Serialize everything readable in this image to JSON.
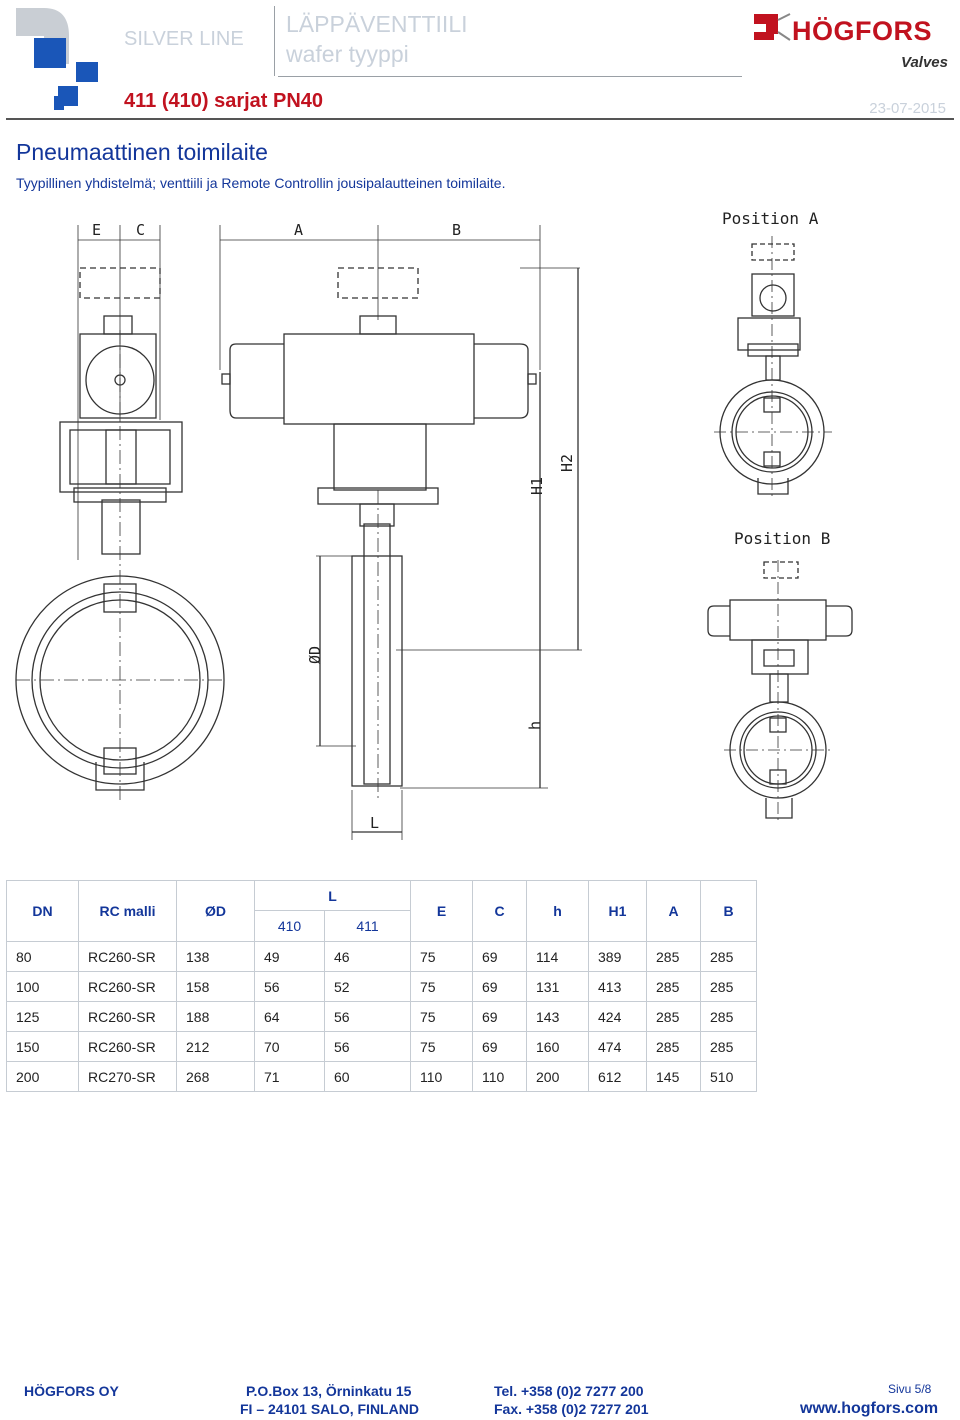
{
  "header": {
    "line_name": "SILVER LINE",
    "product_title": "LÄPPÄVENTTIILI",
    "product_subtitle": "wafer tyyppi",
    "series": "411 (410) sarjat PN40",
    "date": "23-07-2015",
    "brand": "HÖGFORS",
    "brand_tagline": "Valves",
    "colors": {
      "brand_blue": "#13369a",
      "brand_red": "#c1121f",
      "header_grey": "#c9d1db"
    }
  },
  "section": {
    "title": "Pneumaattinen toimilaite",
    "description": "Tyypillinen yhdistelmä; venttiili ja Remote Controllin jousipalautteinen toimilaite."
  },
  "drawing": {
    "labels": {
      "e": "E",
      "c": "C",
      "a": "A",
      "b": "B",
      "h1": "H1",
      "h2": "H2",
      "h": "h",
      "od": "ØD",
      "l": "L",
      "position_a": "Position A",
      "position_b": "Position B"
    }
  },
  "table": {
    "headers": {
      "dn": "DN",
      "model": "RC malli",
      "od": "ØD",
      "l": "L",
      "l410": "410",
      "l411": "411",
      "e": "E",
      "c": "C",
      "h": "h",
      "h1": "H1",
      "a": "A",
      "b": "B"
    },
    "rows": [
      [
        "80",
        "RC260-SR",
        "138",
        "49",
        "46",
        "75",
        "69",
        "114",
        "389",
        "285",
        "285"
      ],
      [
        "100",
        "RC260-SR",
        "158",
        "56",
        "52",
        "75",
        "69",
        "131",
        "413",
        "285",
        "285"
      ],
      [
        "125",
        "RC260-SR",
        "188",
        "64",
        "56",
        "75",
        "69",
        "143",
        "424",
        "285",
        "285"
      ],
      [
        "150",
        "RC260-SR",
        "212",
        "70",
        "56",
        "75",
        "69",
        "160",
        "474",
        "285",
        "285"
      ],
      [
        "200",
        "RC270-SR",
        "268",
        "71",
        "60",
        "110",
        "110",
        "200",
        "612",
        "145",
        "510"
      ]
    ]
  },
  "footer": {
    "company": "HÖGFORS OY",
    "address1": "P.O.Box 13, Örninkatu 15",
    "address2": "FI – 24101 SALO, FINLAND",
    "tel": "Tel.  +358 (0)2 7277 200",
    "fax": "Fax. +358 (0)2 7277 201",
    "page": "Sivu 5/8",
    "website": "www.hogfors.com"
  }
}
